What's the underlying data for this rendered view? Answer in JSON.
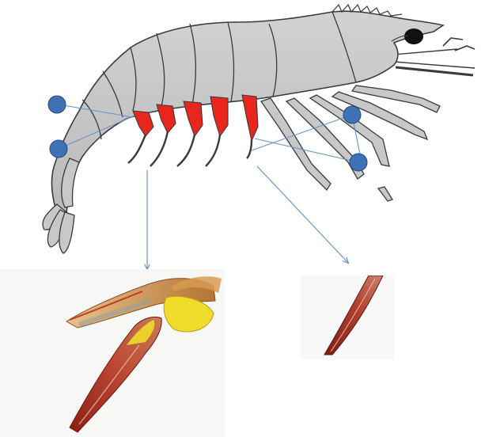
{
  "figure": {
    "subject": "shrimp-anatomy",
    "colors": {
      "body_fill": "#c8c8c8",
      "body_stroke": "#3a3a3a",
      "pleopod_highlight": "#e8261e",
      "marker": "#3f72b5",
      "marker_stroke": "#1f4a86",
      "connector": "#6b95c8",
      "eye": "#111111",
      "specimen_red": "#a53024",
      "specimen_yellow": "#f0dc2a",
      "specimen_tan": "#d79a52"
    },
    "markers": [
      "uropod-marker-upper",
      "uropod-marker-lower",
      "pereiopod-marker-upper",
      "pereiopod-marker-lower"
    ],
    "photos": [
      "pleopod-photo",
      "pereiopod-tip-photo"
    ]
  }
}
